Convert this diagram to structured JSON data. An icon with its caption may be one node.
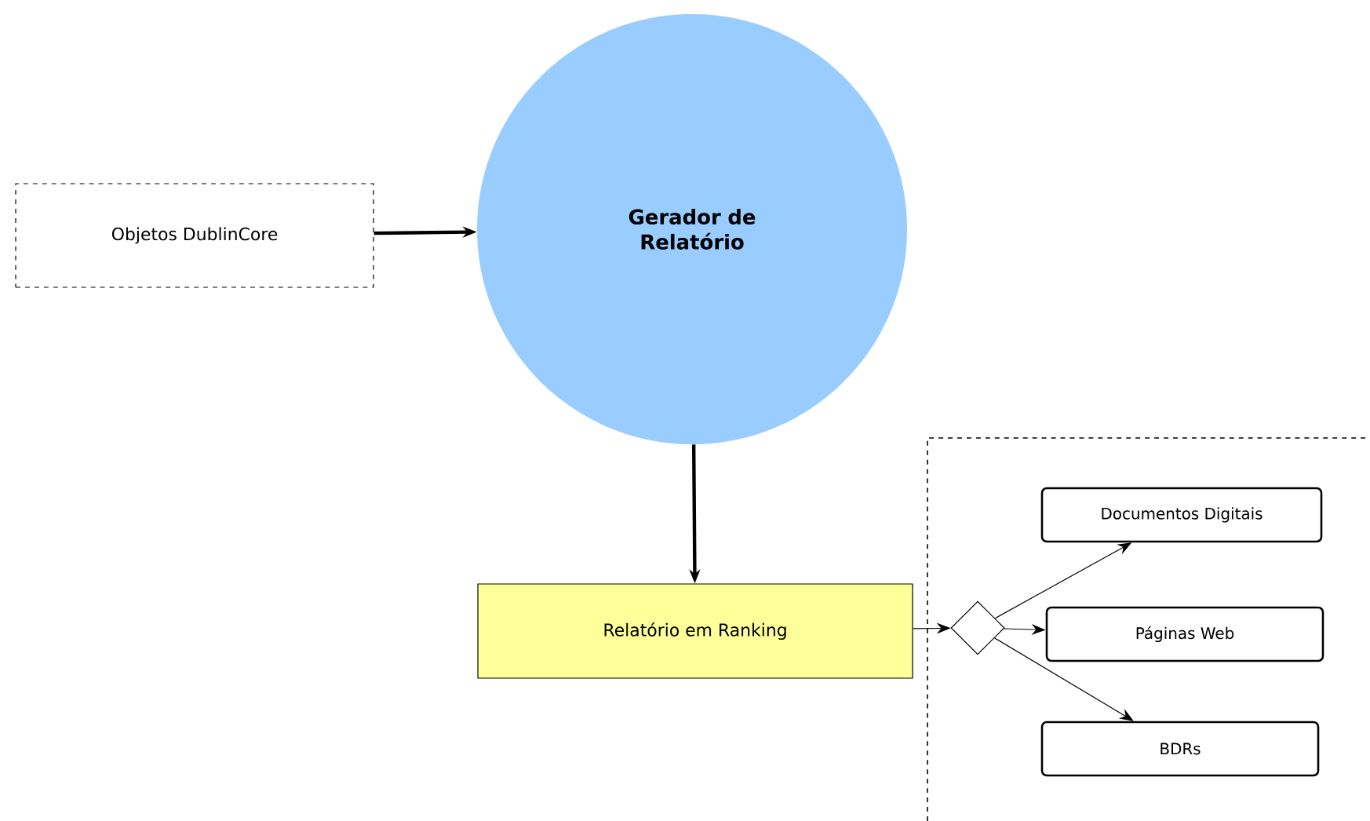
{
  "diagram": {
    "nodes": [
      {
        "text": [
          "Objetos DublinCore"
        ]
      },
      {
        "text": [
          "Gerador de Relatório"
        ]
      },
      {
        "text": [
          "Relatório em Ranking"
        ]
      },
      {
        "text": [],
        "shape": "diamond"
      },
      {
        "text": [
          "Documentos Digitais"
        ]
      },
      {
        "text": [
          "Páginas Web"
        ]
      },
      {
        "text": [
          "BDRs"
        ]
      }
    ],
    "edges": [
      {
        "from": 0,
        "to": 1,
        "arrow": "to",
        "style": "thick"
      },
      {
        "from": 1,
        "to": 2,
        "arrow": "to",
        "style": "thick"
      },
      {
        "from": 2,
        "to": 3,
        "arrow": "to"
      },
      {
        "from": 3,
        "to": 4,
        "arrow": "to"
      },
      {
        "from": 3,
        "to": 5,
        "arrow": "to"
      },
      {
        "from": 3,
        "to": 6,
        "arrow": "to"
      }
    ]
  }
}
